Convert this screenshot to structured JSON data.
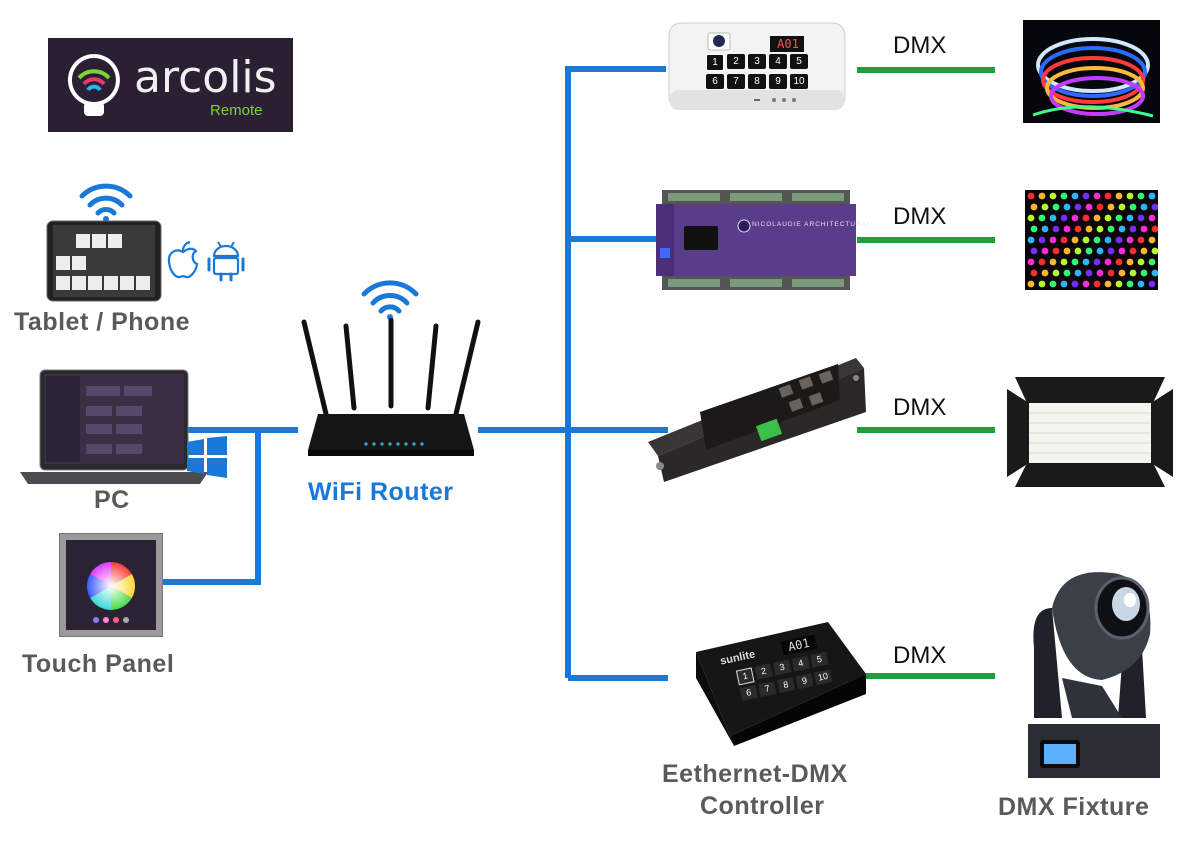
{
  "logo": {
    "name": "arcolis",
    "sub": "Remote"
  },
  "labels": {
    "tablet": "Tablet / Phone",
    "pc": "PC",
    "touch_panel": "Touch Panel",
    "router": "WiFi Router",
    "controller_line1": "Eethernet-DMX",
    "controller_line2": "Controller",
    "fixture": "DMX Fixture"
  },
  "dmx_links": [
    "DMX",
    "DMX",
    "DMX",
    "DMX"
  ],
  "devices": {
    "keypad_display": "A01",
    "keypad_keys": [
      "1",
      "2",
      "3",
      "4",
      "5",
      "6",
      "7",
      "8",
      "9",
      "10"
    ],
    "panel_brand": "NICOLAUDIE ARCHITECTURAL",
    "controller_brand": "sunlite",
    "controller_display": "A01"
  },
  "colors": {
    "network": "#1a78d8",
    "dmx": "#1e9e3c",
    "label": "#5a5a5a"
  }
}
